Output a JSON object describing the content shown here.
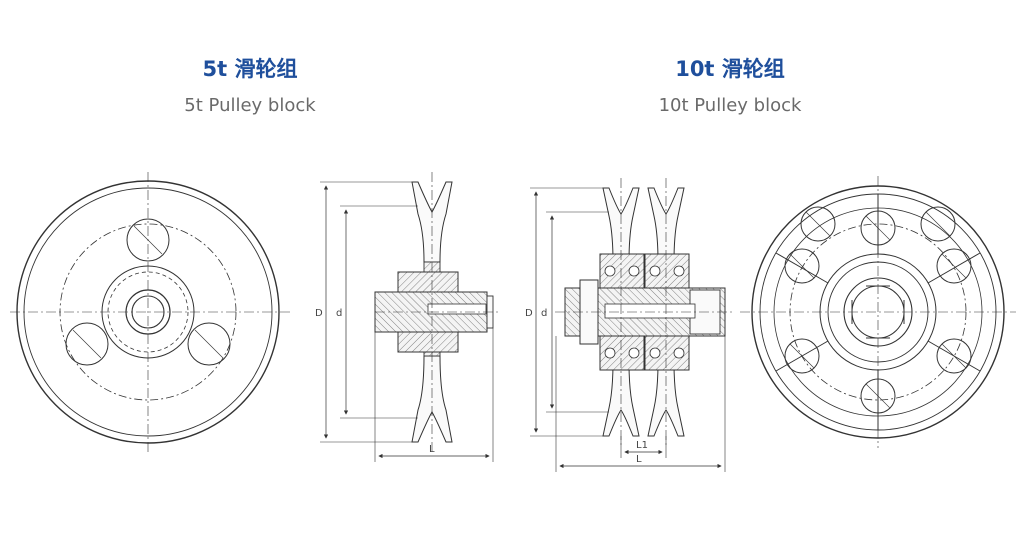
{
  "left": {
    "title": "5t 滑轮组",
    "subtitle": "5t Pulley block"
  },
  "right": {
    "title": "10t 滑轮组",
    "subtitle": "10t Pulley block"
  },
  "dimension_labels": {
    "outer_diameter": "D",
    "groove_diameter": "d",
    "length": "L",
    "length_inner": "L1"
  },
  "colors": {
    "title": "#1f4f9c",
    "subtitle": "#6a6a6a",
    "line": "#333333"
  }
}
